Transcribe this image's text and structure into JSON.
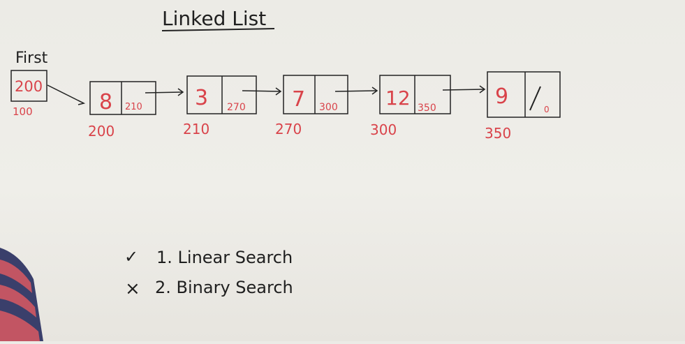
{
  "title": "Linked List",
  "first": {
    "label": "First",
    "value": "200",
    "address": "100"
  },
  "nodes": [
    {
      "data": "8",
      "next": "210",
      "address": "200"
    },
    {
      "data": "3",
      "next": "270",
      "address": "210"
    },
    {
      "data": "7",
      "next": "300",
      "address": "270"
    },
    {
      "data": "12",
      "next": "350",
      "address": "300"
    },
    {
      "data": "9",
      "next": "0",
      "address": "350"
    }
  ],
  "search_list": [
    {
      "mark": "✓",
      "text": "1. Linear Search"
    },
    {
      "mark": "×",
      "text": "2. Binary Search"
    }
  ],
  "colors": {
    "board": "#efeee9",
    "ink_black": "#1f1f1f",
    "ink_red": "#d9434a"
  }
}
